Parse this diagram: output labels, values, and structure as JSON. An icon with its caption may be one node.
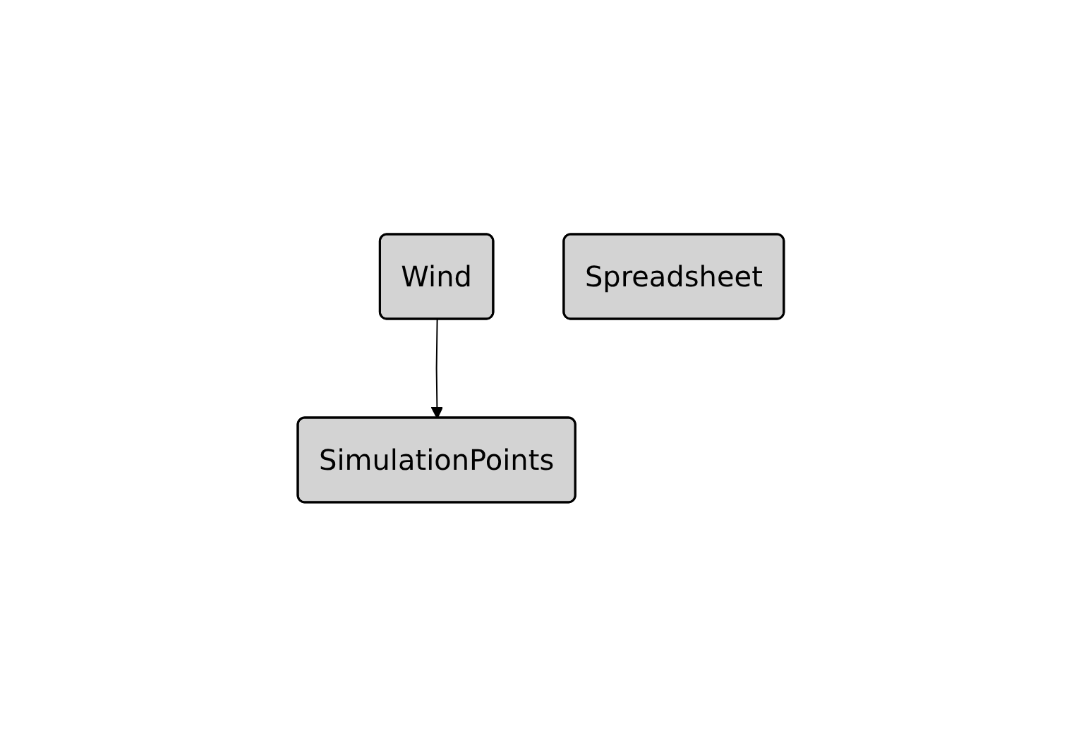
{
  "diagram": {
    "nodes": [
      {
        "text": [
          "Wind"
        ]
      },
      {
        "text": [
          "Spreadsheet"
        ]
      },
      {
        "text": [
          "SimulationPoints"
        ]
      }
    ],
    "edges": [
      {
        "from": 0,
        "to": 2,
        "arrow": "to"
      }
    ]
  }
}
